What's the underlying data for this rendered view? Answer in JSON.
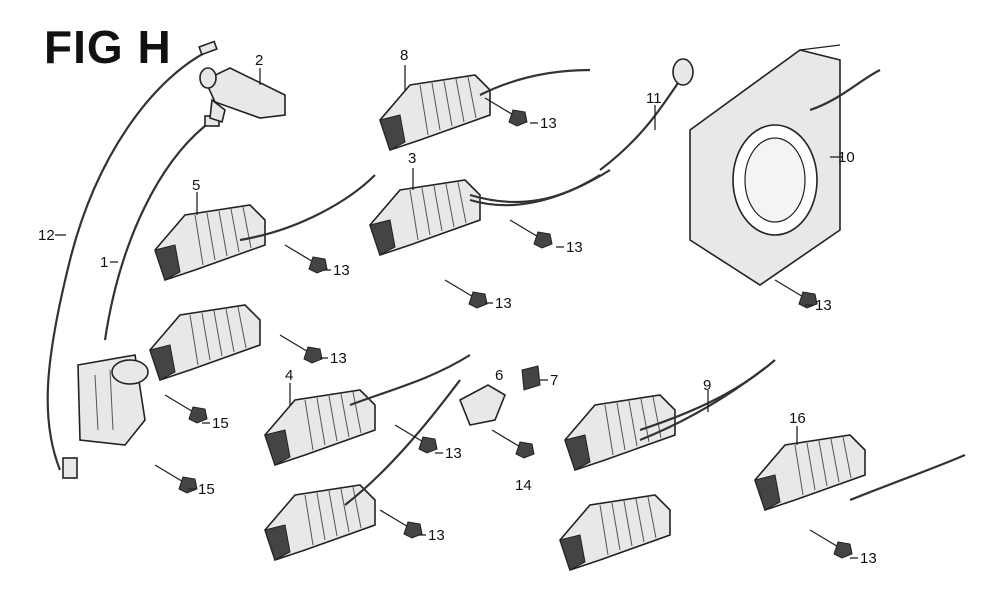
{
  "title": "FIG H",
  "callouts": {
    "c1": "1",
    "c2": "2",
    "c3": "3",
    "c4": "4",
    "c5": "5",
    "c6": "6",
    "c7": "7",
    "c8": "8",
    "c9": "9",
    "c10": "10",
    "c11": "11",
    "c12": "12",
    "c13a": "13",
    "c13b": "13",
    "c13c": "13",
    "c13d": "13",
    "c13e": "13",
    "c13f": "13",
    "c13g": "13",
    "c13h": "13",
    "c13i": "13",
    "c14": "14",
    "c15a": "15",
    "c15b": "15",
    "c16": "16"
  }
}
